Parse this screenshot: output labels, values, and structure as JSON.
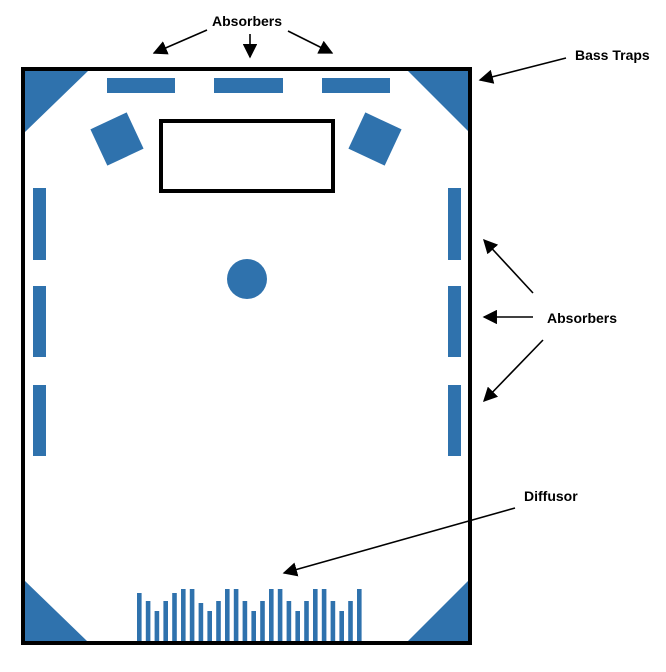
{
  "labels": {
    "absorbers_top": "Absorbers",
    "bass_traps": "Bass Traps",
    "absorbers_right": "Absorbers",
    "diffusor": "Diffusor"
  },
  "colors": {
    "treatment": "#2f72ad",
    "room_border": "#000000",
    "arrow": "#000000",
    "background": "#ffffff"
  },
  "diffusor": {
    "slat_heights": [
      48,
      40,
      30,
      40,
      48,
      52,
      52,
      38,
      30,
      40,
      52,
      52,
      40,
      30,
      40,
      52,
      52,
      40,
      30,
      40,
      52,
      52,
      40,
      30,
      40,
      52
    ]
  }
}
